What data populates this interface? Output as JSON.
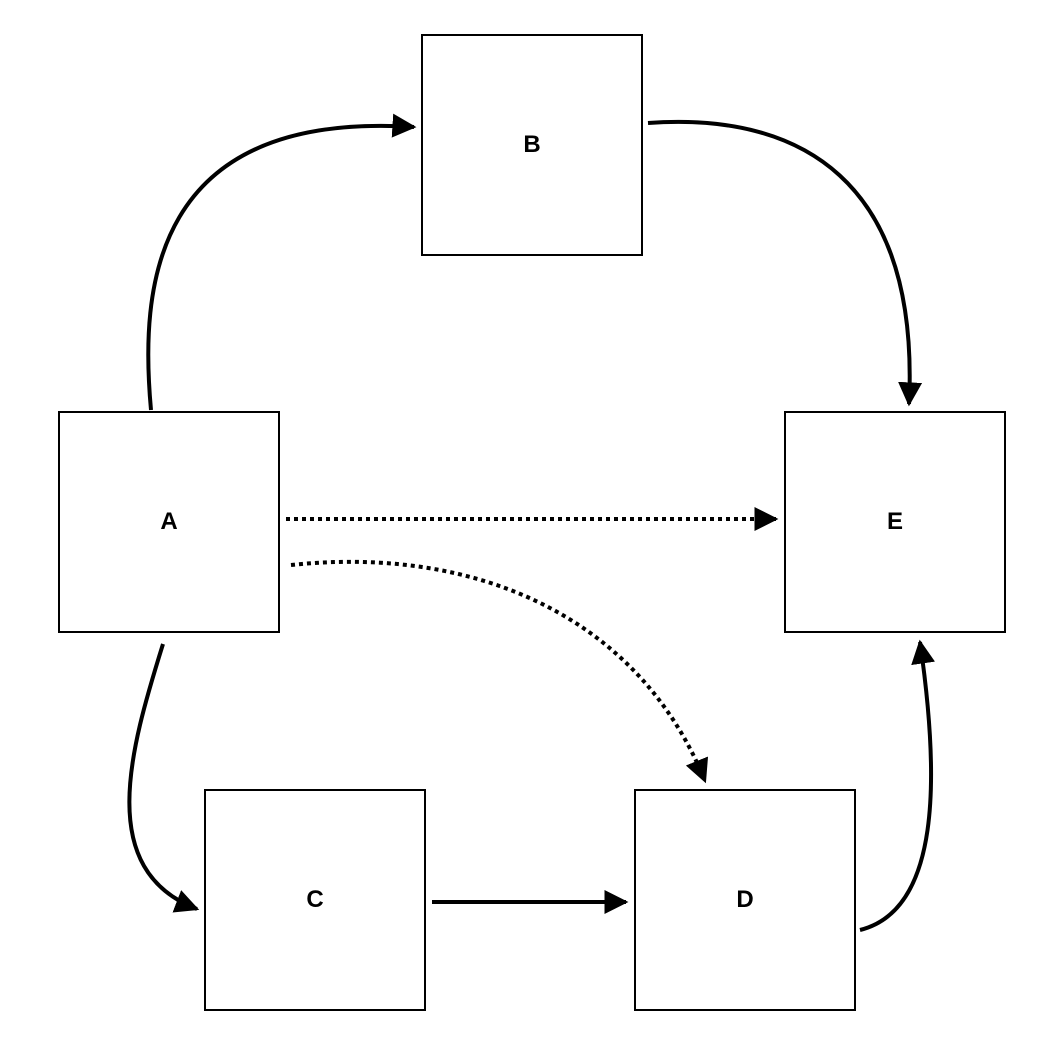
{
  "diagram": {
    "nodes": [
      {
        "id": "A",
        "label": "A"
      },
      {
        "id": "B",
        "label": "B"
      },
      {
        "id": "C",
        "label": "C"
      },
      {
        "id": "D",
        "label": "D"
      },
      {
        "id": "E",
        "label": "E"
      }
    ],
    "edges": [
      {
        "from": "A",
        "to": "B",
        "style": "solid"
      },
      {
        "from": "B",
        "to": "E",
        "style": "solid"
      },
      {
        "from": "A",
        "to": "C",
        "style": "solid"
      },
      {
        "from": "C",
        "to": "D",
        "style": "solid"
      },
      {
        "from": "D",
        "to": "E",
        "style": "solid"
      },
      {
        "from": "A",
        "to": "E",
        "style": "dotted"
      },
      {
        "from": "A",
        "to": "D",
        "style": "dotted"
      }
    ],
    "colors": {
      "stroke": "#000000",
      "background": "#ffffff"
    }
  }
}
